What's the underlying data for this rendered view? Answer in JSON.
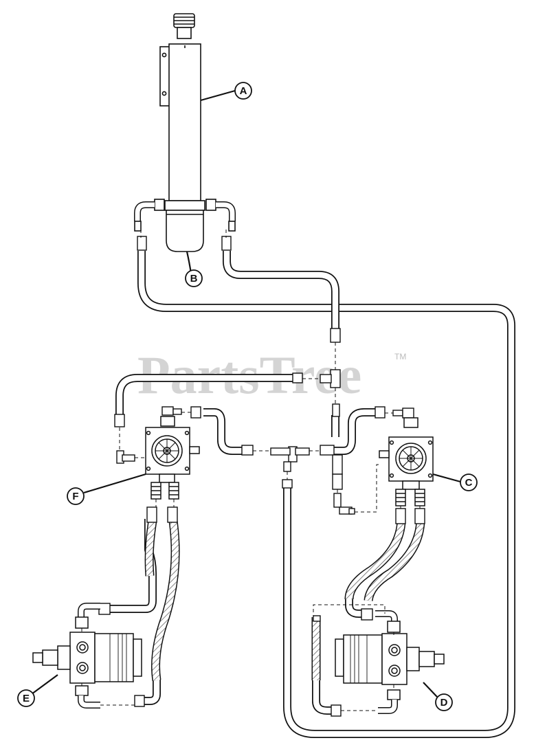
{
  "watermark": {
    "text": "PartsTree",
    "tm": "TM",
    "color": "#d0d0d0"
  },
  "callouts": [
    {
      "id": "A",
      "label": "A"
    },
    {
      "id": "B",
      "label": "B"
    },
    {
      "id": "C",
      "label": "C"
    },
    {
      "id": "D",
      "label": "D"
    },
    {
      "id": "E",
      "label": "E"
    },
    {
      "id": "F",
      "label": "F"
    }
  ],
  "colors": {
    "line": "#111111",
    "hose_fill": "#ffffff",
    "braid": "#555555"
  }
}
